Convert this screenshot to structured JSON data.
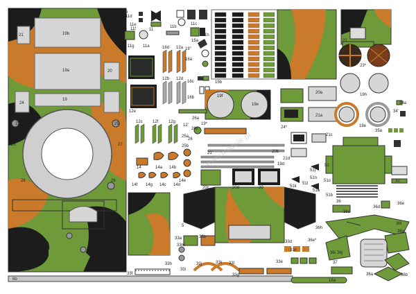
{
  "sheet": {
    "watermark": "www.modelik.pl",
    "labels": [
      "21",
      "19b",
      "20",
      "19a",
      "24",
      "19",
      "23",
      "25",
      "26",
      "27",
      "28",
      "29",
      "30",
      "6",
      "11d",
      "11e",
      "11f",
      "11g",
      "11a",
      "11",
      "11b",
      "11c",
      "11h",
      "15a",
      "15b",
      "12h",
      "22",
      "23*",
      "19\"",
      "16a",
      "16b",
      "16c",
      "16d",
      "12a",
      "12b",
      "12d",
      "12e",
      "12'",
      "19f",
      "19e",
      "20a",
      "21a",
      "24*",
      "18e",
      "19h",
      "34a",
      "34'",
      "35a",
      "12c",
      "12f",
      "12g",
      "26a",
      "26c",
      "26",
      "25a",
      "25b",
      "19*",
      "21c",
      "21'",
      "19d",
      "21d",
      "20b",
      "20c",
      "20d",
      "20",
      "14",
      "14a",
      "14b",
      "14c",
      "14d",
      "14e",
      "14f",
      "14g",
      "51",
      "51j",
      "51l",
      "51a",
      "51b",
      "51n",
      "51o",
      "51k",
      "32",
      "36",
      "36c",
      "36d",
      "36e",
      "36f",
      "36g",
      "36h",
      "36i",
      "36j",
      "33a",
      "33b",
      "33c",
      "33d",
      "33e",
      "33f",
      "33g",
      "33h",
      "33i",
      "33j",
      "33k",
      "33l",
      "33m",
      "5",
      "6b",
      "18a",
      "36b",
      "36a",
      "37",
      "36e*"
    ]
  }
}
